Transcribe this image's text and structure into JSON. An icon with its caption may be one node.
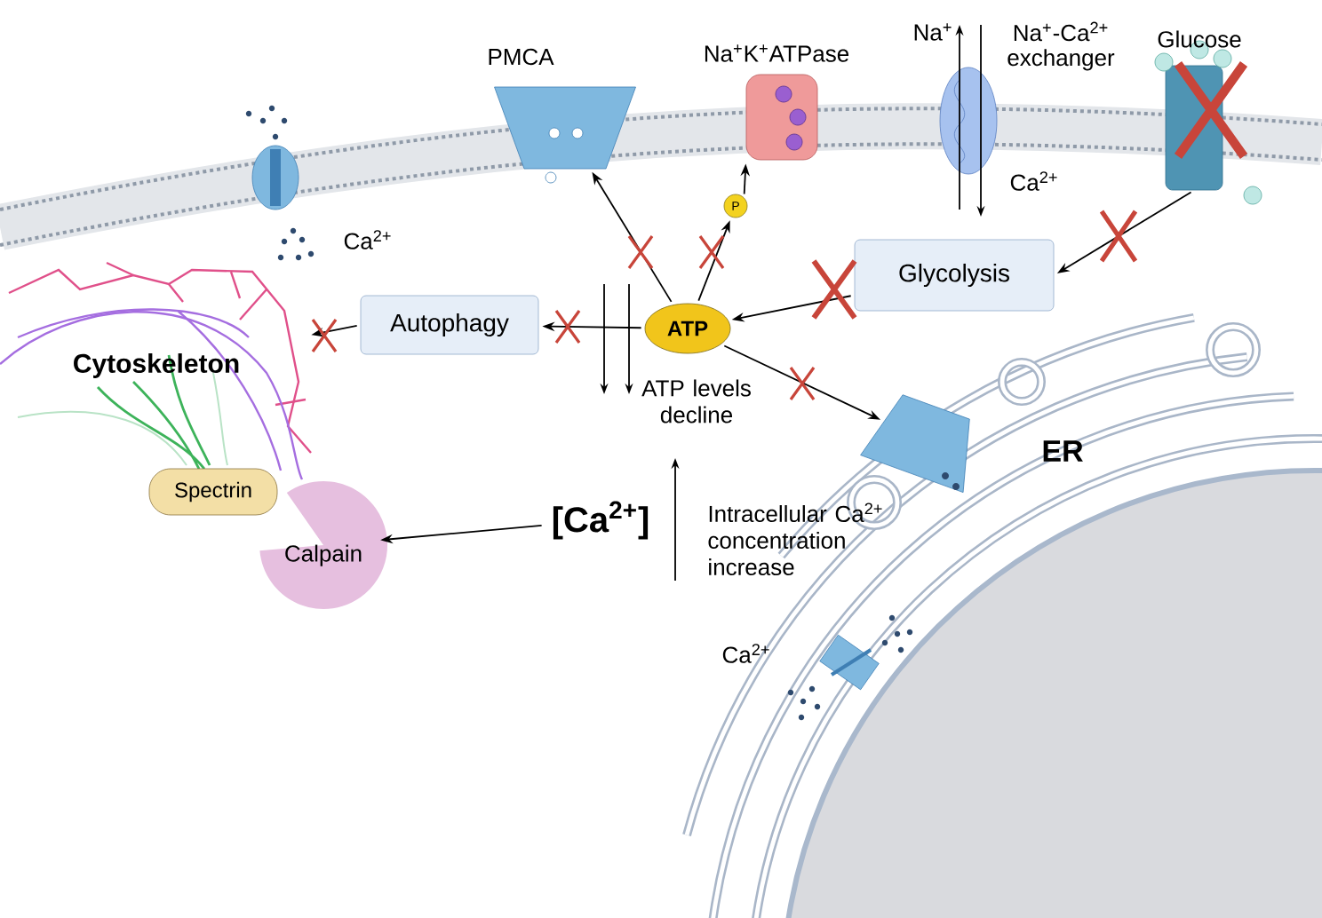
{
  "diagram": {
    "nodes": [
      {
        "text": [],
        "shape": "picture",
        "beside": [
          "Glucose"
        ]
      },
      {
        "text": [
          "Glycolysis"
        ]
      },
      {
        "text": [
          "ATP"
        ],
        "beside": [
          "ATP levels decline"
        ]
      },
      {
        "text": [
          "Autophagy"
        ]
      },
      {
        "text": [
          "Cytoskeleton"
        ]
      },
      {
        "text": [],
        "shape": "picture",
        "beside": [
          "PMCA"
        ]
      },
      {
        "text": [
          "P"
        ]
      },
      {
        "text": [],
        "shape": "picture",
        "beside": [
          "Na$^{+}$K$^{+}$ATPase"
        ]
      },
      {
        "text": [],
        "shape": "picture"
      },
      {
        "text": [
          "[Ca$^{2+}$]"
        ]
      },
      {
        "text": [
          "Calpain"
        ]
      },
      {
        "text": [
          "Spectrin"
        ]
      }
    ],
    "edges": [
      {
        "from": 0,
        "to": 1,
        "arrow": "to"
      },
      {
        "from": 1,
        "to": 2,
        "arrow": "to"
      },
      {
        "from": 2,
        "to": 3,
        "arrow": "to"
      },
      {
        "from": 3,
        "to": 4,
        "arrow": "to"
      },
      {
        "from": 2,
        "to": 5,
        "arrow": "to"
      },
      {
        "from": 2,
        "to": 6,
        "arrow": "to"
      },
      {
        "from": 6,
        "to": 7,
        "arrow": "to"
      },
      {
        "from": 2,
        "to": 8,
        "arrow": "to"
      },
      {
        "from": 9,
        "to": 10,
        "arrow": "to"
      }
    ],
    "labels": [
      "Ca$^{2+}$",
      "Na$^{+}$",
      "Na$^{+}$-Ca$^{2+}$ exchanger",
      "Ca$^{2+}$",
      "ER",
      "Intracellular Ca$^{2+}$ concentration increase",
      "Ca$^{2+}$"
    ]
  }
}
